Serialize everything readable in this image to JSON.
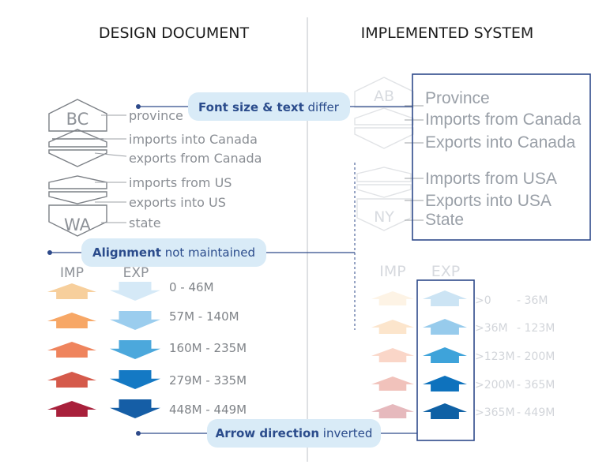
{
  "headers": {
    "left": "DESIGN DOCUMENT",
    "right": "IMPLEMENTED SYSTEM"
  },
  "design": {
    "top_code": "BC",
    "bottom_code": "WA",
    "labels": [
      "province",
      "imports into Canada",
      "exports from Canada",
      "imports from US",
      "exports into US",
      "state"
    ],
    "legend_imp": "IMP",
    "legend_exp": "EXP",
    "ranges": [
      "0 - 46M",
      "57M - 140M",
      "160M - 235M",
      "279M - 335M",
      "448M - 449M"
    ]
  },
  "implemented": {
    "top_code": "AB",
    "bottom_code": "NY",
    "labels": [
      "Province",
      "Imports from Canada",
      "Exports into Canada",
      "Imports from USA",
      "Exports into USA",
      "State"
    ],
    "legend_imp": "IMP",
    "legend_exp": "EXP",
    "ranges": [
      {
        "from": ">0",
        "to": "- 36M"
      },
      {
        "from": ">36M",
        "to": "- 123M"
      },
      {
        "from": ">123M",
        "to": "- 200M"
      },
      {
        "from": ">200M",
        "to": "- 365M"
      },
      {
        "from": ">365M",
        "to": "- 449M"
      }
    ]
  },
  "callouts": [
    {
      "bold": "Font size & text",
      "rest": " differ"
    },
    {
      "bold": "Alignment",
      "rest": " not maintained"
    },
    {
      "bold": "Arrow direction",
      "rest": " inverted"
    }
  ],
  "colors": {
    "imp_design": [
      "#f7cf9c",
      "#f7a766",
      "#ef845d",
      "#d55a4b",
      "#a8203b"
    ],
    "exp_design": [
      "#d5e9f7",
      "#9bcdee",
      "#4ca8dc",
      "#1479c4",
      "#155ea6"
    ],
    "imp_impl": [
      "#fdf3e5",
      "#fce5cc",
      "#fad6c8",
      "#f1c2bb",
      "#e6b9bd"
    ],
    "exp_impl": [
      "#cce4f4",
      "#97cbec",
      "#3ea3da",
      "#0e72bd",
      "#0f61a5"
    ],
    "accent": "#2e4a8a",
    "callout_fill": "#d9ebf7"
  }
}
